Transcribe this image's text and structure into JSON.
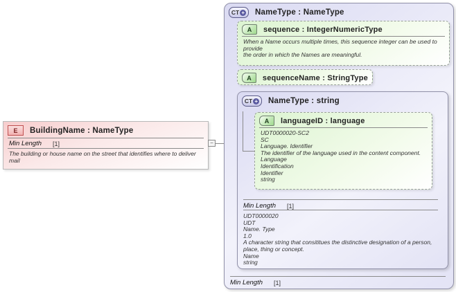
{
  "icons": {
    "element": "E",
    "attribute": "A",
    "complex_type": "CT",
    "plus": "+",
    "collapse": "−"
  },
  "colors": {
    "element_pink": "#f7cdcd",
    "attribute_green": "#dcf4d1",
    "type_lavender": "#dadaf2",
    "connector_gray": "#8a8a8a"
  },
  "element": {
    "title": "BuildingName : NameType",
    "facet": {
      "name": "Min Length",
      "value": "[1]"
    },
    "description": "The building or house name on the street that identifies where to deliver mail"
  },
  "outer_type": {
    "title": "NameType : NameType",
    "attributes": [
      {
        "title": "sequence : IntegerNumericType",
        "annotation": [
          "When a Name occurs multiple times, this sequence integer can be used to provide",
          "the order in which the Names are meaningful."
        ]
      },
      {
        "title": "sequenceName : StringType"
      }
    ],
    "nested_type": {
      "title": "NameType : string",
      "attribute": {
        "title": "languageID : language",
        "annotation": [
          "UDT0000020-SC2",
          "SC",
          "Language. Identifier",
          "The identifier of the language used in the content component.",
          "Language",
          "Identification",
          "Identifier",
          "string"
        ]
      },
      "facet": {
        "name": "Min Length",
        "value": "[1]"
      },
      "annotation": [
        "UDT0000020",
        "UDT",
        "Name. Type",
        "1.0",
        "A character string that consititues the distinctive designation of a person, place, thing or concept.",
        "Name",
        "string"
      ]
    },
    "facet": {
      "name": "Min Length",
      "value": "[1]"
    }
  }
}
